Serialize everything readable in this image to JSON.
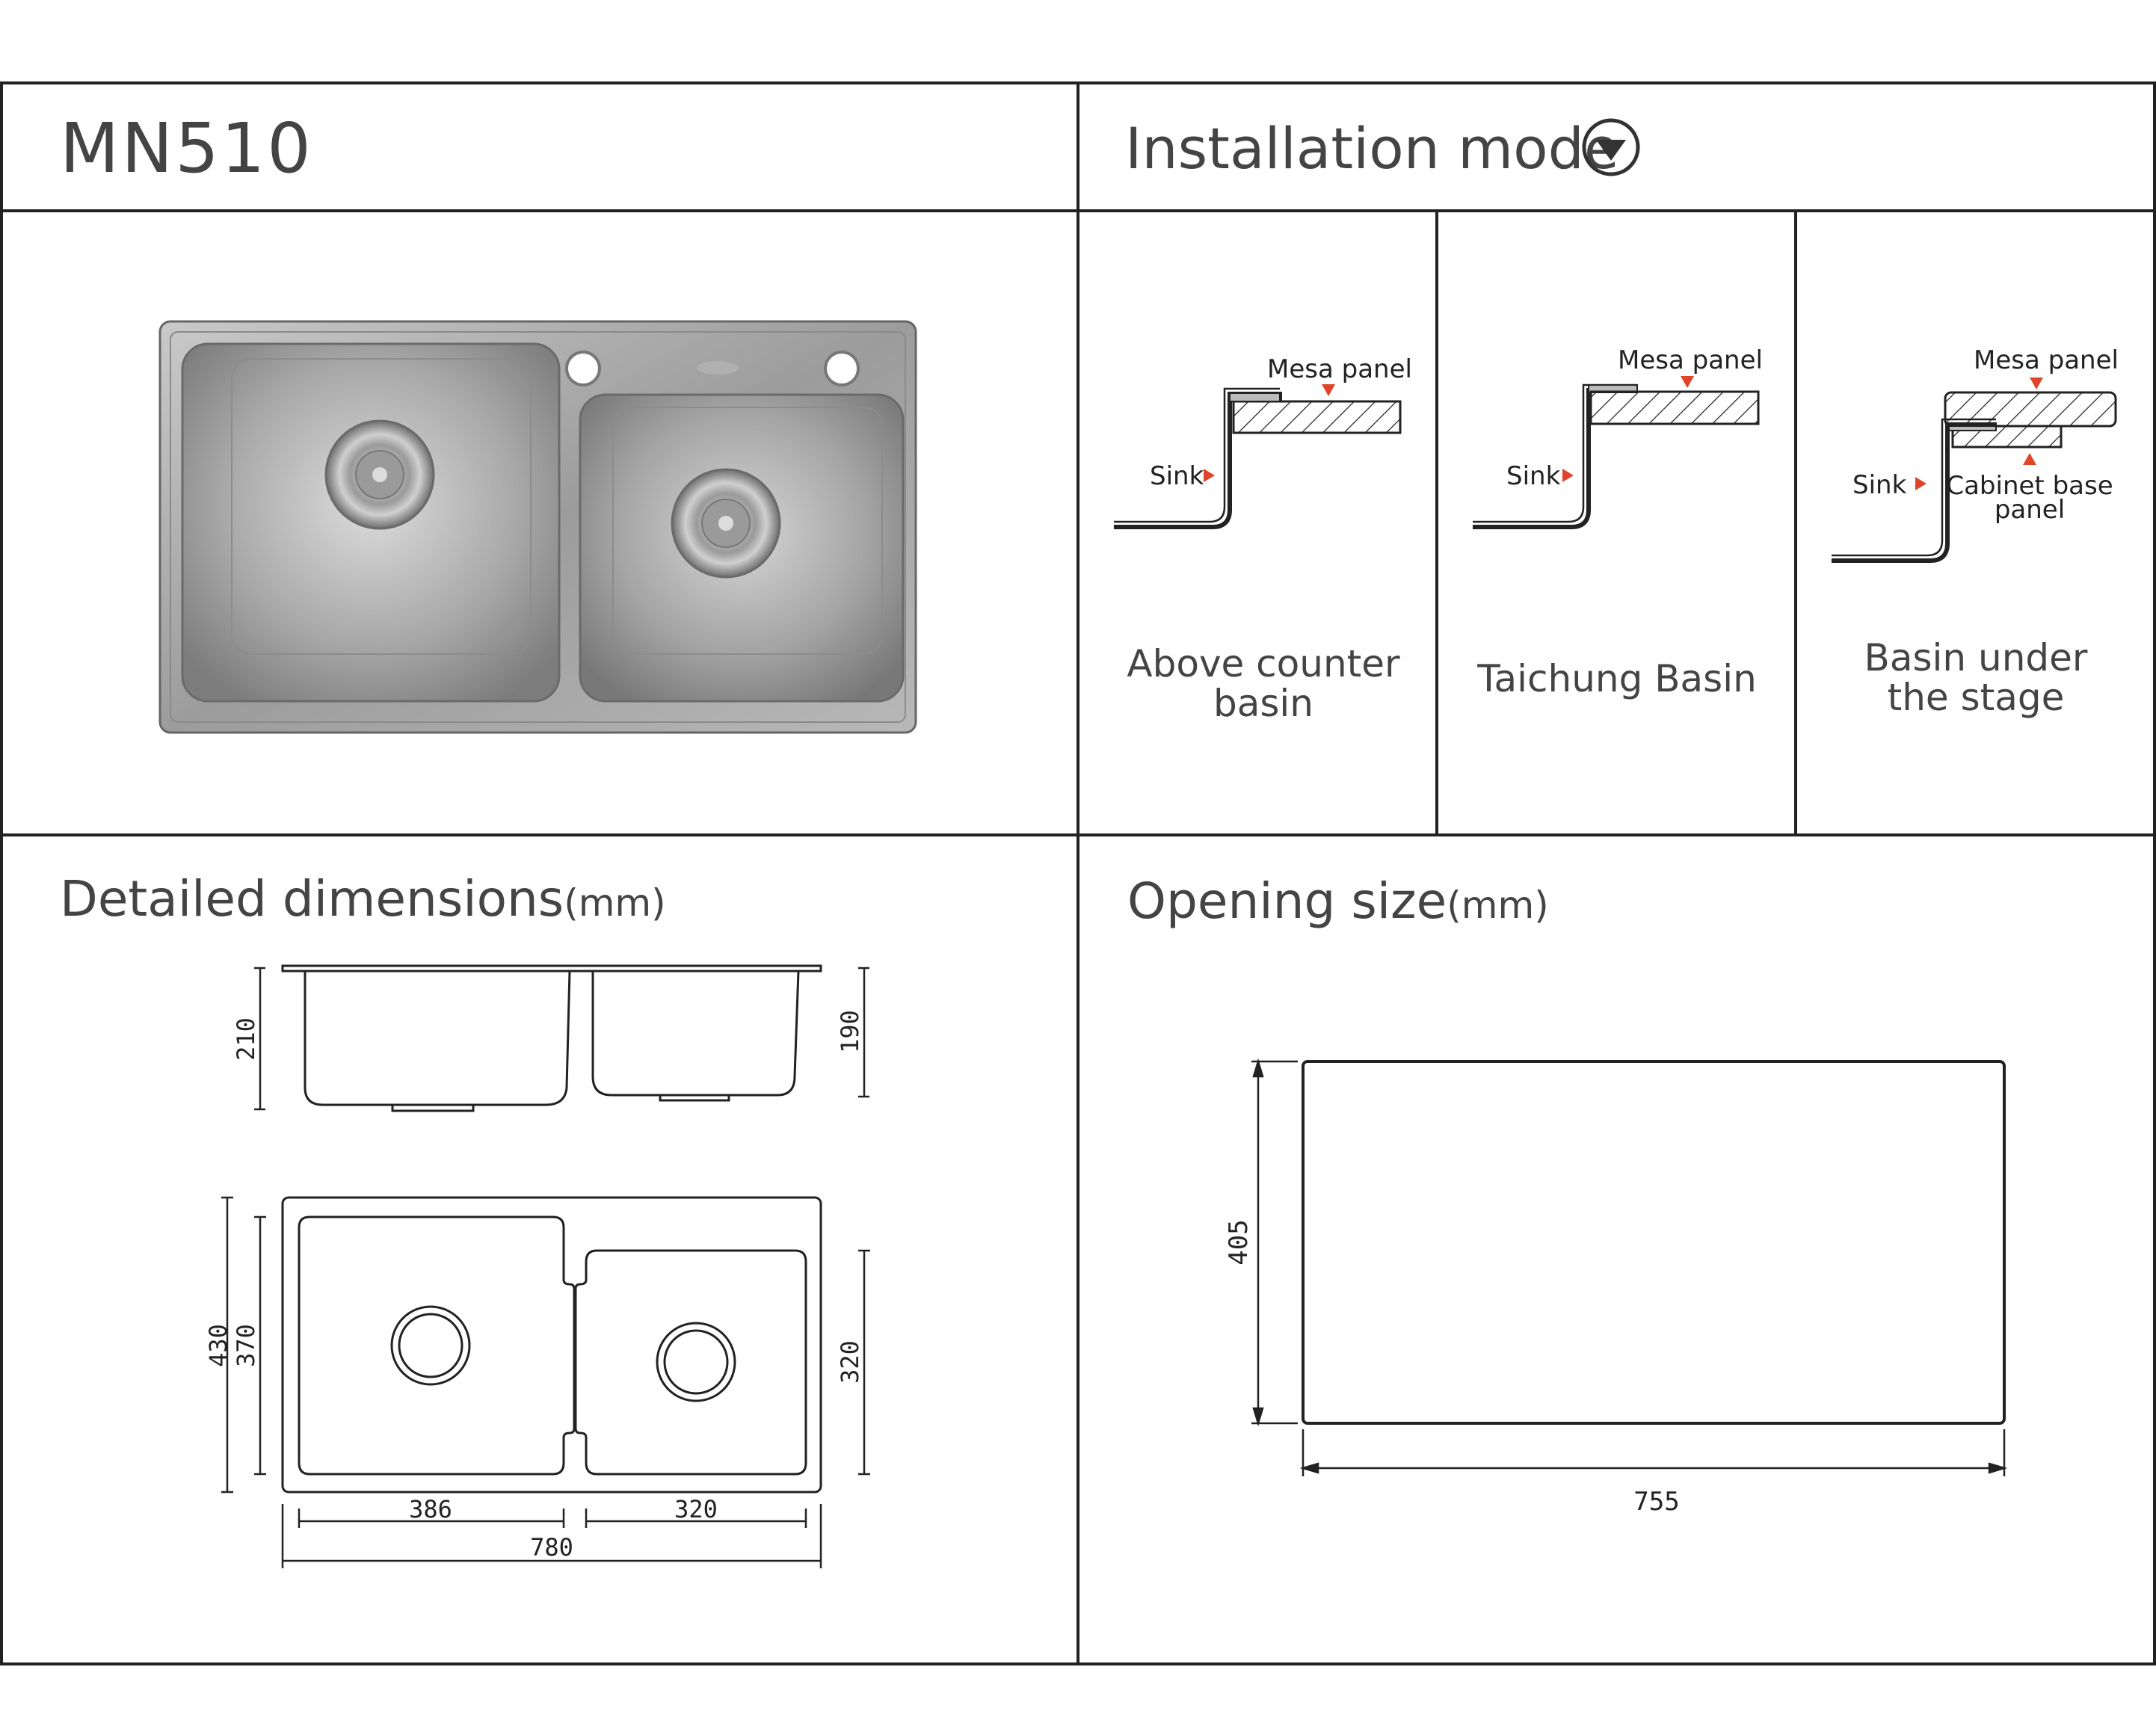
{
  "model": "MN510",
  "sections": {
    "installation_title": "Installation mode",
    "dimensions_title": "Detailed dimensions",
    "dimensions_unit": "(mm)",
    "opening_title": "Opening size",
    "opening_unit": "(mm)"
  },
  "installation_modes": [
    {
      "caption_l1": "Above counter",
      "caption_l2": "basin",
      "sink_label": "Sink",
      "panel_label": "Mesa panel"
    },
    {
      "caption_l1": "Taichung Basin",
      "caption_l2": "",
      "sink_label": "Sink",
      "panel_label": "Mesa panel"
    },
    {
      "caption_l1": "Basin under",
      "caption_l2": "the stage",
      "sink_label": "Sink",
      "panel_label": "Mesa panel",
      "cabinet_l1": "Cabinet base",
      "cabinet_l2": "panel"
    }
  ],
  "dimensions": {
    "depth_left": "210",
    "depth_right": "190",
    "outer_height": "430",
    "bowl_left_height": "370",
    "bowl_right_height": "320",
    "bowl_left_width": "386",
    "bowl_right_width": "320",
    "overall_width": "780"
  },
  "opening": {
    "width": "755",
    "height": "405"
  },
  "colors": {
    "accent_marker": "#e0442a",
    "line": "#222222"
  },
  "icons": {
    "installation": "chevron-down-circle-icon"
  }
}
